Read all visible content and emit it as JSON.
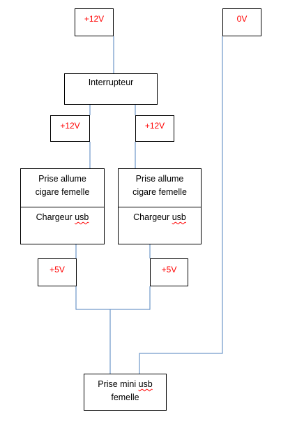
{
  "colors": {
    "wire": "#4f81bd",
    "label": "#ff0000",
    "border": "#000000"
  },
  "supply": {
    "positive": "+12V",
    "ground": "0V"
  },
  "switch": {
    "label": "Interrupteur"
  },
  "branch_left": {
    "input": "+12V",
    "socket_line1": "Prise allume",
    "socket_line2": "cigare femelle",
    "charger_word": "Chargeur",
    "charger_usb": "usb",
    "output": "+5V"
  },
  "branch_right": {
    "input": "+12V",
    "socket_line1": "Prise allume",
    "socket_line2": "cigare femelle",
    "charger_word": "Chargeur",
    "charger_usb": "usb",
    "output": "+5V"
  },
  "output_socket": {
    "line1_prefix": "Prise mini",
    "line1_usb": "usb",
    "line2": "femelle"
  }
}
